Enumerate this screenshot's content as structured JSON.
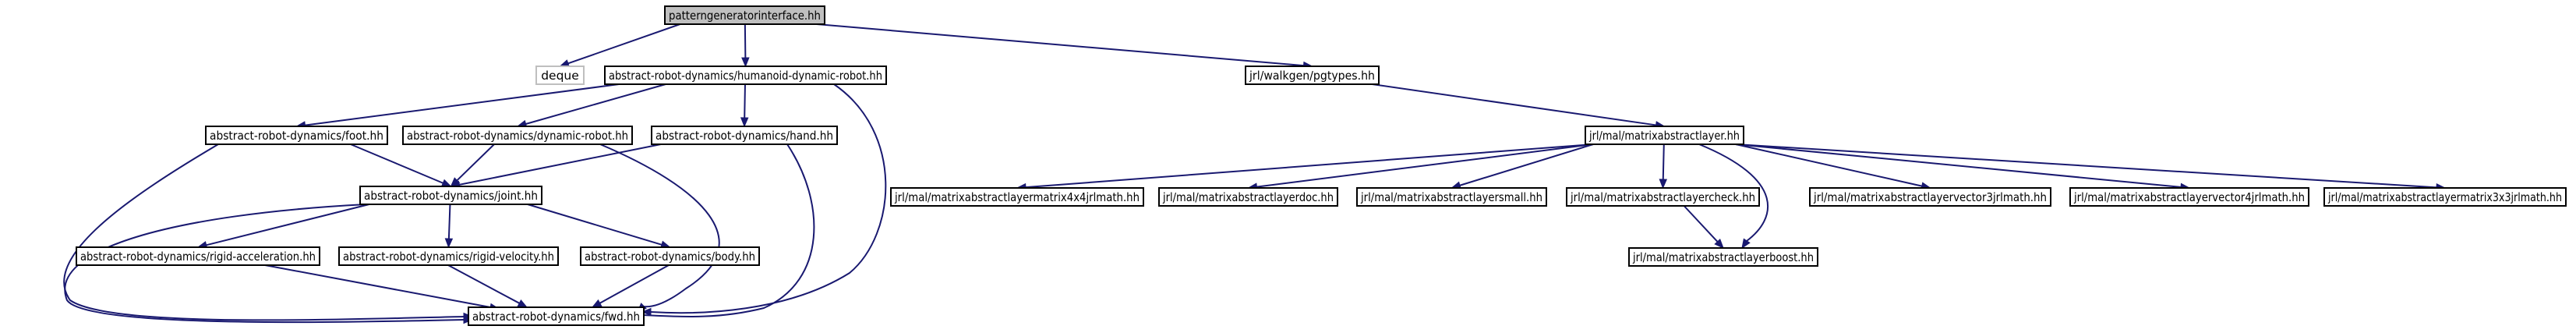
{
  "colors": {
    "edge": "#191970",
    "node_border": "#000000",
    "root_fill": "#bfbfbf",
    "external_border": "#bfbfbf",
    "background": "#ffffff"
  },
  "nodes": [
    {
      "id": "root",
      "label": "patterngeneratorinterface.hh",
      "kind": "root"
    },
    {
      "id": "deque",
      "label": "deque",
      "kind": "external"
    },
    {
      "id": "humanoid",
      "label": "abstract-robot-dynamics/humanoid-dynamic-robot.hh",
      "kind": "normal"
    },
    {
      "id": "pgtypes",
      "label": "jrl/walkgen/pgtypes.hh",
      "kind": "normal"
    },
    {
      "id": "foot",
      "label": "abstract-robot-dynamics/foot.hh",
      "kind": "normal"
    },
    {
      "id": "dynrobot",
      "label": "abstract-robot-dynamics/dynamic-robot.hh",
      "kind": "normal"
    },
    {
      "id": "hand",
      "label": "abstract-robot-dynamics/hand.hh",
      "kind": "normal"
    },
    {
      "id": "mal",
      "label": "jrl/mal/matrixabstractlayer.hh",
      "kind": "normal"
    },
    {
      "id": "joint",
      "label": "abstract-robot-dynamics/joint.hh",
      "kind": "normal"
    },
    {
      "id": "m4x4",
      "label": "jrl/mal/matrixabstractlayermatrix4x4jrlmath.hh",
      "kind": "normal"
    },
    {
      "id": "maldoc",
      "label": "jrl/mal/matrixabstractlayerdoc.hh",
      "kind": "normal"
    },
    {
      "id": "malsmall",
      "label": "jrl/mal/matrixabstractlayersmall.hh",
      "kind": "normal"
    },
    {
      "id": "malcheck",
      "label": "jrl/mal/matrixabstractlayercheck.hh",
      "kind": "normal"
    },
    {
      "id": "v3",
      "label": "jrl/mal/matrixabstractlayervector3jrlmath.hh",
      "kind": "normal"
    },
    {
      "id": "v4",
      "label": "jrl/mal/matrixabstractlayervector4jrlmath.hh",
      "kind": "normal"
    },
    {
      "id": "m3x3",
      "label": "jrl/mal/matrixabstractlayermatrix3x3jrlmath.hh",
      "kind": "normal"
    },
    {
      "id": "racc",
      "label": "abstract-robot-dynamics/rigid-acceleration.hh",
      "kind": "normal"
    },
    {
      "id": "rvel",
      "label": "abstract-robot-dynamics/rigid-velocity.hh",
      "kind": "normal"
    },
    {
      "id": "body",
      "label": "abstract-robot-dynamics/body.hh",
      "kind": "normal"
    },
    {
      "id": "malboost",
      "label": "jrl/mal/matrixabstractlayerboost.hh",
      "kind": "normal"
    },
    {
      "id": "fwd",
      "label": "abstract-robot-dynamics/fwd.hh",
      "kind": "normal"
    }
  ],
  "edges": [
    {
      "from": "root",
      "to": "deque"
    },
    {
      "from": "root",
      "to": "humanoid"
    },
    {
      "from": "root",
      "to": "pgtypes"
    },
    {
      "from": "humanoid",
      "to": "foot"
    },
    {
      "from": "humanoid",
      "to": "dynrobot"
    },
    {
      "from": "humanoid",
      "to": "hand"
    },
    {
      "from": "humanoid",
      "to": "fwd"
    },
    {
      "from": "pgtypes",
      "to": "mal"
    },
    {
      "from": "foot",
      "to": "joint"
    },
    {
      "from": "foot",
      "to": "fwd"
    },
    {
      "from": "dynrobot",
      "to": "joint"
    },
    {
      "from": "dynrobot",
      "to": "fwd"
    },
    {
      "from": "hand",
      "to": "joint"
    },
    {
      "from": "hand",
      "to": "fwd"
    },
    {
      "from": "joint",
      "to": "racc"
    },
    {
      "from": "joint",
      "to": "rvel"
    },
    {
      "from": "joint",
      "to": "body"
    },
    {
      "from": "joint",
      "to": "fwd"
    },
    {
      "from": "racc",
      "to": "fwd"
    },
    {
      "from": "rvel",
      "to": "fwd"
    },
    {
      "from": "body",
      "to": "fwd"
    },
    {
      "from": "mal",
      "to": "m4x4"
    },
    {
      "from": "mal",
      "to": "maldoc"
    },
    {
      "from": "mal",
      "to": "malsmall"
    },
    {
      "from": "mal",
      "to": "malcheck"
    },
    {
      "from": "mal",
      "to": "v3"
    },
    {
      "from": "mal",
      "to": "v4"
    },
    {
      "from": "mal",
      "to": "m3x3"
    },
    {
      "from": "mal",
      "to": "malboost"
    },
    {
      "from": "malcheck",
      "to": "malboost"
    }
  ]
}
